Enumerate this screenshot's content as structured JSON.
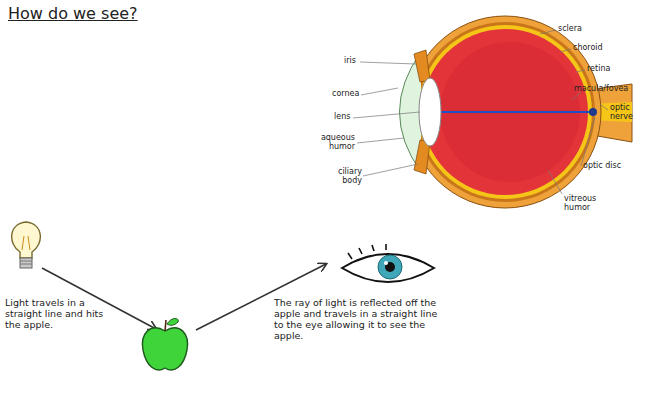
{
  "diagram": {
    "title": "How do we see?",
    "labels": [
      "sclera",
      "choroid",
      "iris",
      "retina",
      "cornea",
      "macula/fovea",
      "optic nerve",
      "lens",
      "aqueous humor",
      "optic disc",
      "ciliary body",
      "vitreous humor",
      "Light travels in a straight line and hits the apple.",
      "The ray of light is reflected off the apple and travels in a straight line to the eye allowing it to see the apple."
    ]
  }
}
